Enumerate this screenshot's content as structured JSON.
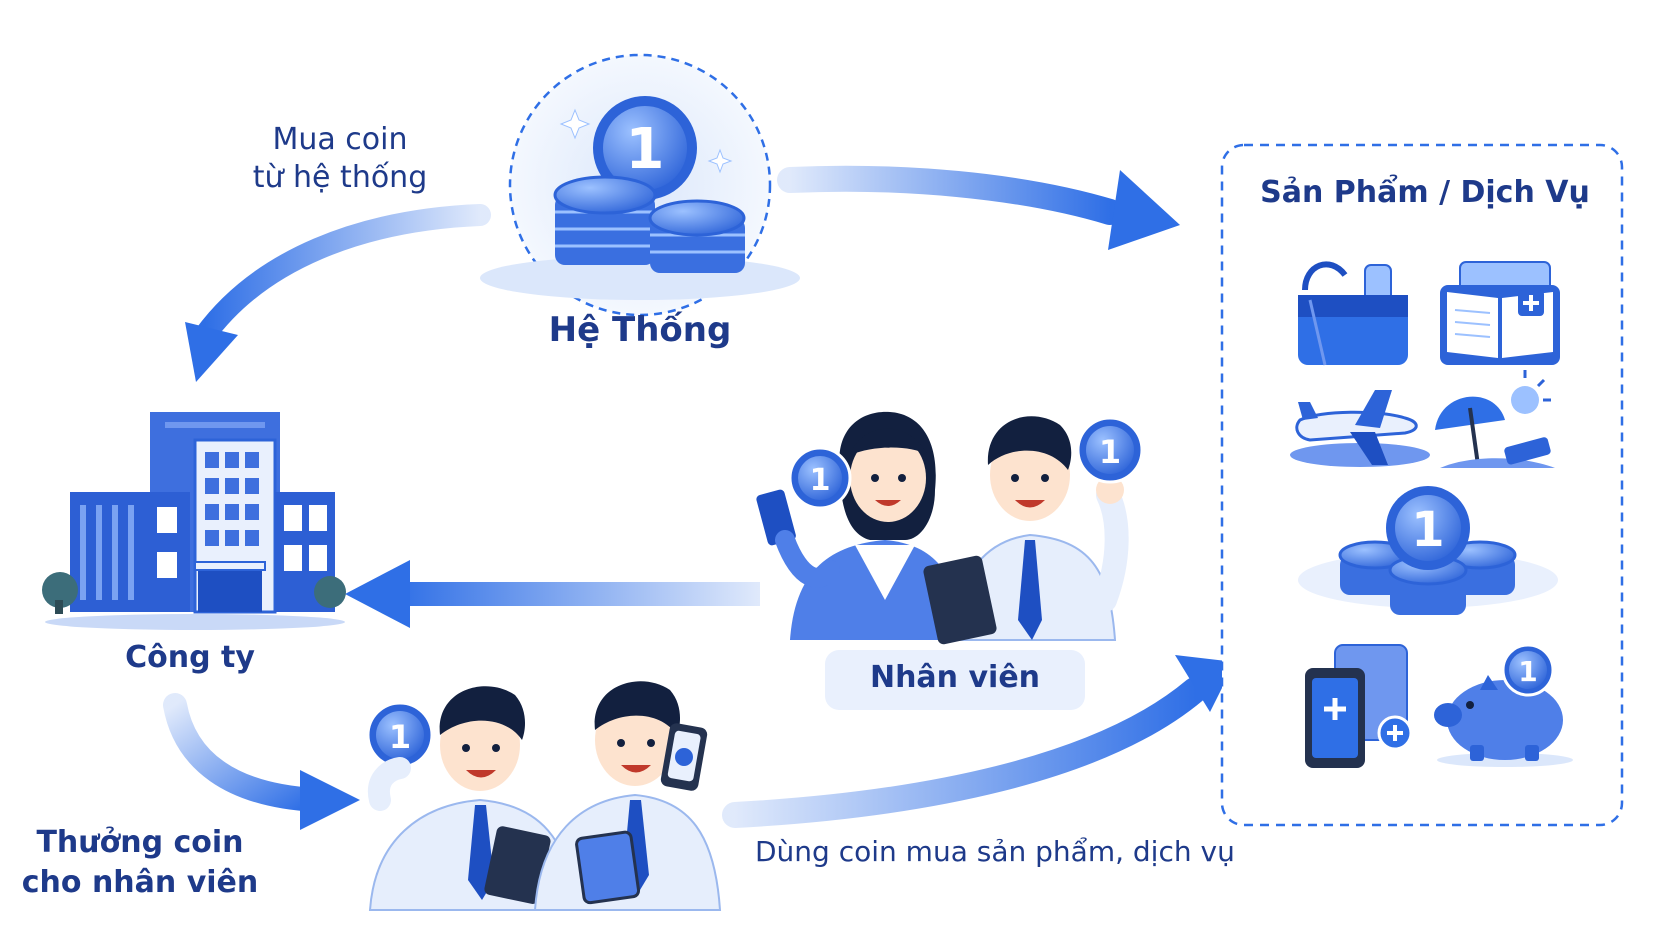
{
  "nodes": {
    "system": {
      "label": "Hệ Thống"
    },
    "company": {
      "label": "Công ty"
    },
    "employees": {
      "label": "Nhân viên"
    },
    "products": {
      "title": "Sản Phẩm / Dịch Vụ"
    }
  },
  "edges": {
    "buy_coin": {
      "line1": "Mua coin",
      "line2": "từ hệ thống"
    },
    "reward_coin": {
      "line1": "Thưởng coin",
      "line2": "cho nhân viên"
    },
    "use_coin": {
      "label": "Dùng coin mua sản phẩm, dịch vụ"
    }
  },
  "coin_glyph": "1",
  "colors": {
    "primary": "#2f6fe6",
    "dark": "#1e3a8a",
    "light": "#dbe7fb",
    "pale": "#eef3fc",
    "skin": "#fde3cf",
    "hair": "#12203f"
  },
  "icons": [
    "coin-stack-icon",
    "building-icon",
    "shopping-bag-icon",
    "book-icon",
    "airplane-icon",
    "beach-umbrella-icon",
    "coins-icon",
    "mobile-icon",
    "piggy-bank-icon"
  ]
}
